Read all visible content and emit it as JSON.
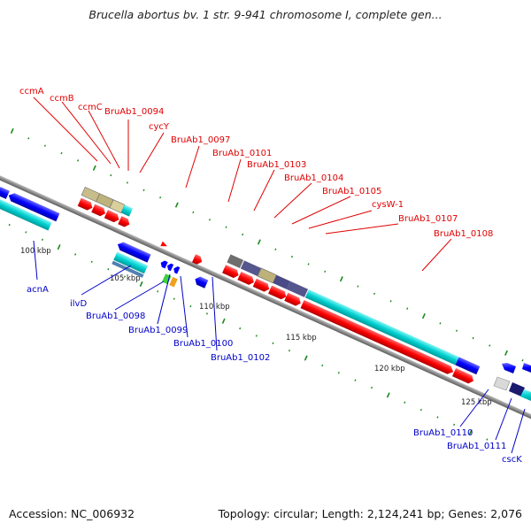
{
  "title": "Brucella abortus bv. 1 str. 9-941 chromosome I, complete gen...",
  "footer": {
    "accession": "Accession: NC_006932",
    "summary": "Topology: circular; Length: 2,124,241 bp; Genes: 2,076"
  },
  "colors": {
    "plus_label": "#e00000",
    "minus_label": "#0000c8",
    "backbone": "#8a8a8a",
    "tick": "#1a8a1a",
    "cds_red": "#ff0000",
    "cds_blue": "#0000ff",
    "cds_cyan": "#00d8d8",
    "tan": "#bdb27a",
    "slate": "#5a5a9a",
    "gray": "#8c8c8c"
  },
  "scale_labels": [
    "100 kbp",
    "105 kbp",
    "110 kbp",
    "115 kbp",
    "120 kbp",
    "125 kbp"
  ],
  "plus_labels": [
    "ccmA",
    "ccmB",
    "ccmC",
    "BruAb1_0094",
    "cycY",
    "BruAb1_0097",
    "BruAb1_0101",
    "BruAb1_0103",
    "BruAb1_0104",
    "BruAb1_0105",
    "cysW-1",
    "BruAb1_0107",
    "BruAb1_0108"
  ],
  "minus_labels": [
    "acnA",
    "ilvD",
    "BruAb1_0098",
    "BruAb1_0099",
    "BruAb1_0100",
    "BruAb1_0102",
    "BruAb1_0110",
    "BruAb1_0111",
    "cscK"
  ]
}
